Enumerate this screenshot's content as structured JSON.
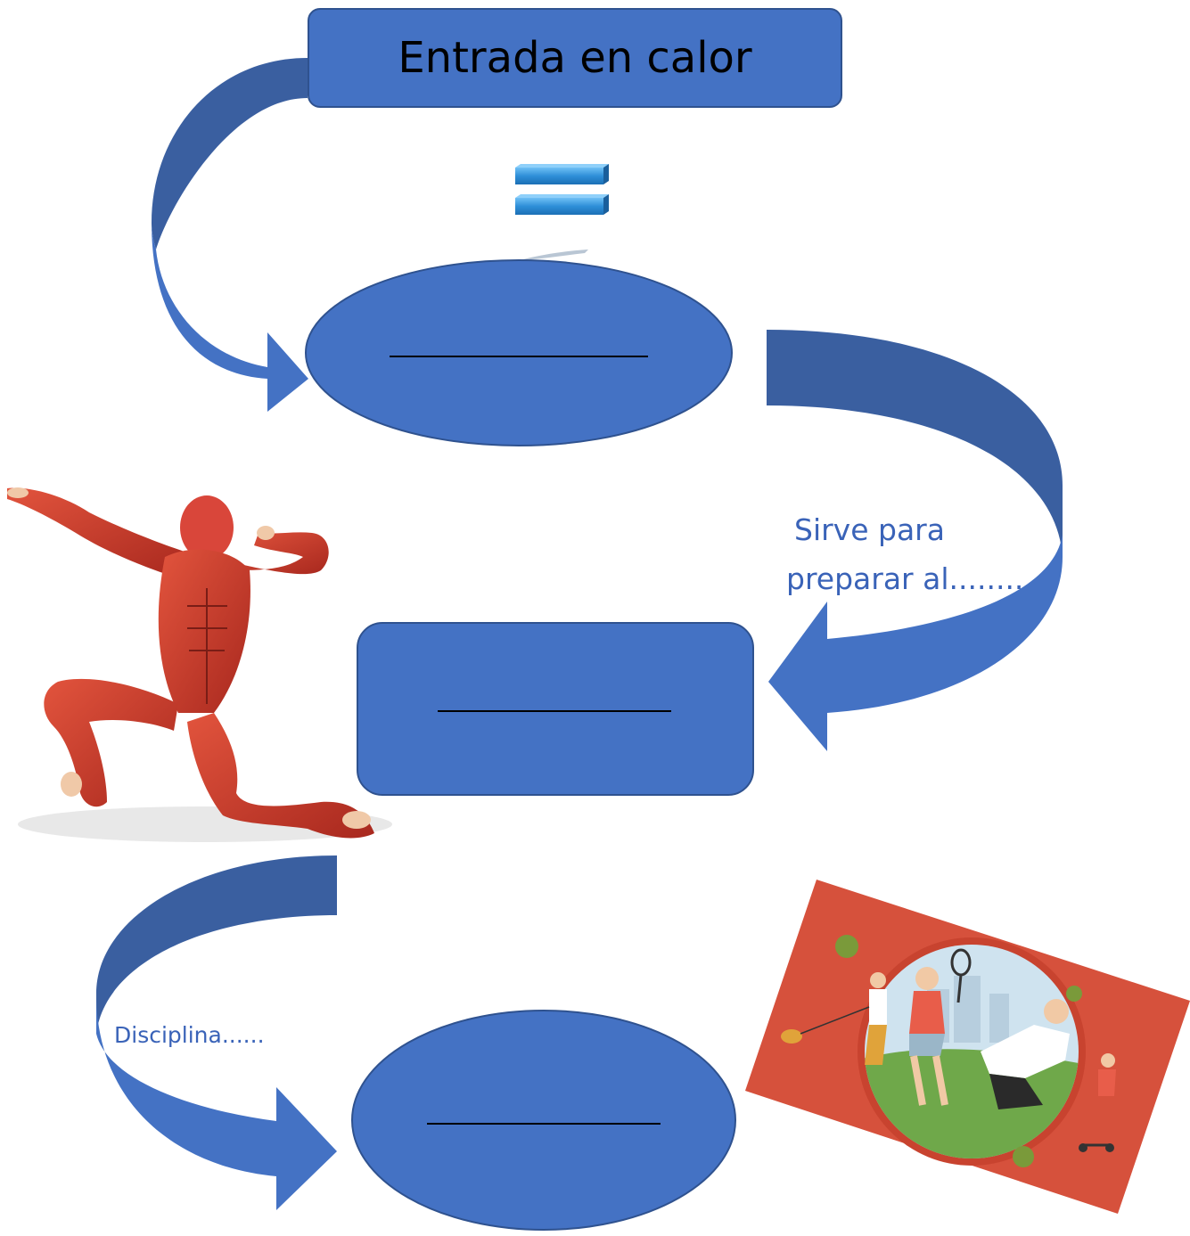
{
  "title": "Entrada en calor",
  "blank": "______________",
  "labels": {
    "sirve": "Sirve para",
    "preparar": "preparar al........",
    "disciplina": "Disciplina......"
  },
  "colors": {
    "shape_fill": "#4472c4",
    "shape_stroke": "#2f528f",
    "arrow_dark": "#3a5fa0",
    "label_text": "#3a63b8",
    "equals_sign": "#2e8fd8",
    "illustration_bg": "#d6513c"
  },
  "icons": {
    "equals": "equals-sign-icon",
    "anatomy": "muscular-man-illustration",
    "sports": "people-exercising-illustration"
  }
}
